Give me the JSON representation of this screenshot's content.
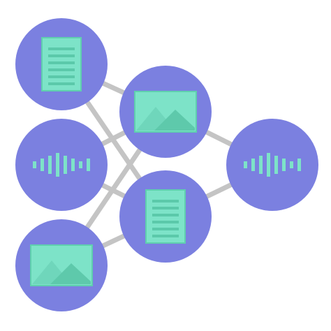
{
  "colors": {
    "background": "#ffffff",
    "node_fill": "#7b80e0",
    "edge": "#c4c4c4",
    "icon_fill": "#7de3c8",
    "icon_stroke": "#5fcfae",
    "icon_line": "#5bc9aa",
    "mountain_back": "#6fd6bb",
    "mountain_front": "#5ec9ab"
  },
  "nodes": [
    {
      "id": "input-document",
      "layer": "input",
      "icon": "document-icon"
    },
    {
      "id": "input-audio",
      "layer": "input",
      "icon": "audio-wave-icon"
    },
    {
      "id": "input-image",
      "layer": "input",
      "icon": "image-icon"
    },
    {
      "id": "hidden-image",
      "layer": "hidden",
      "icon": "image-icon"
    },
    {
      "id": "hidden-document",
      "layer": "hidden",
      "icon": "document-icon"
    },
    {
      "id": "output-audio",
      "layer": "output",
      "icon": "audio-wave-icon"
    }
  ],
  "edges": [
    [
      "input-document",
      "hidden-image"
    ],
    [
      "input-document",
      "hidden-document"
    ],
    [
      "input-audio",
      "hidden-image"
    ],
    [
      "input-audio",
      "hidden-document"
    ],
    [
      "input-image",
      "hidden-image"
    ],
    [
      "input-image",
      "hidden-document"
    ],
    [
      "hidden-image",
      "output-audio"
    ],
    [
      "hidden-document",
      "output-audio"
    ]
  ]
}
